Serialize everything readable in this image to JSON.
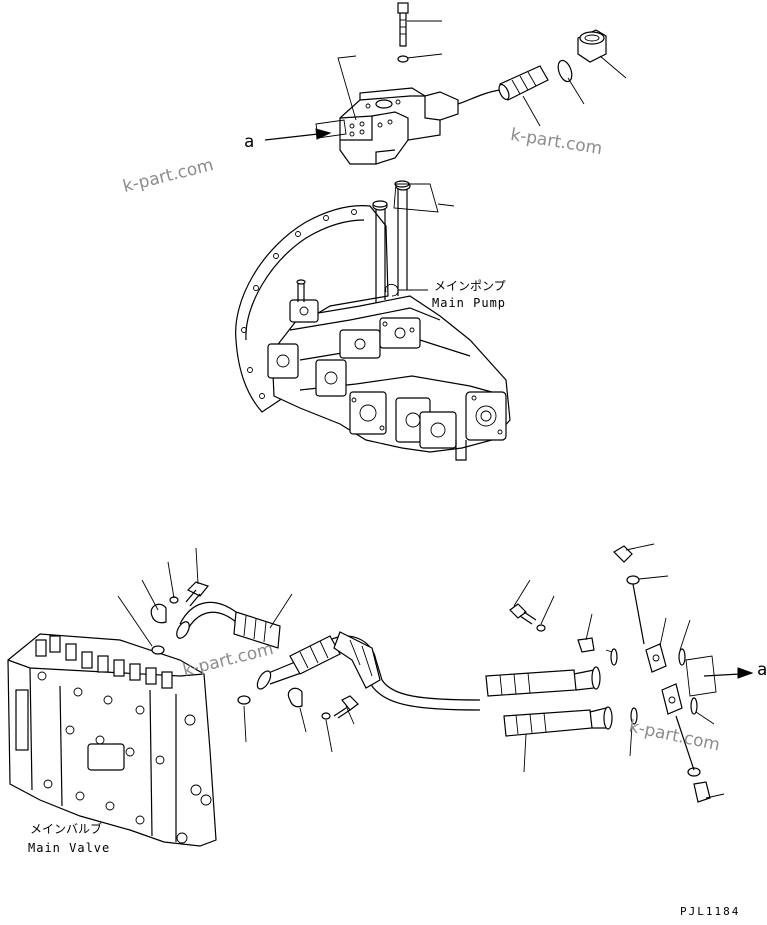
{
  "labels": {
    "main_pump_jp": "メインポンプ",
    "main_pump_en": "Main Pump",
    "main_valve_jp": "メインバルブ",
    "main_valve_en": "Main Valve",
    "ref_a_top": "a",
    "ref_a_right": "a",
    "drawing_code": "PJL1184"
  },
  "watermarks": [
    "k-part.com",
    "k-part.com",
    "k-part.com",
    "k-part.com"
  ],
  "colors": {
    "line": "#000000",
    "watermark": "#8c8c8c",
    "background": "#ffffff"
  }
}
